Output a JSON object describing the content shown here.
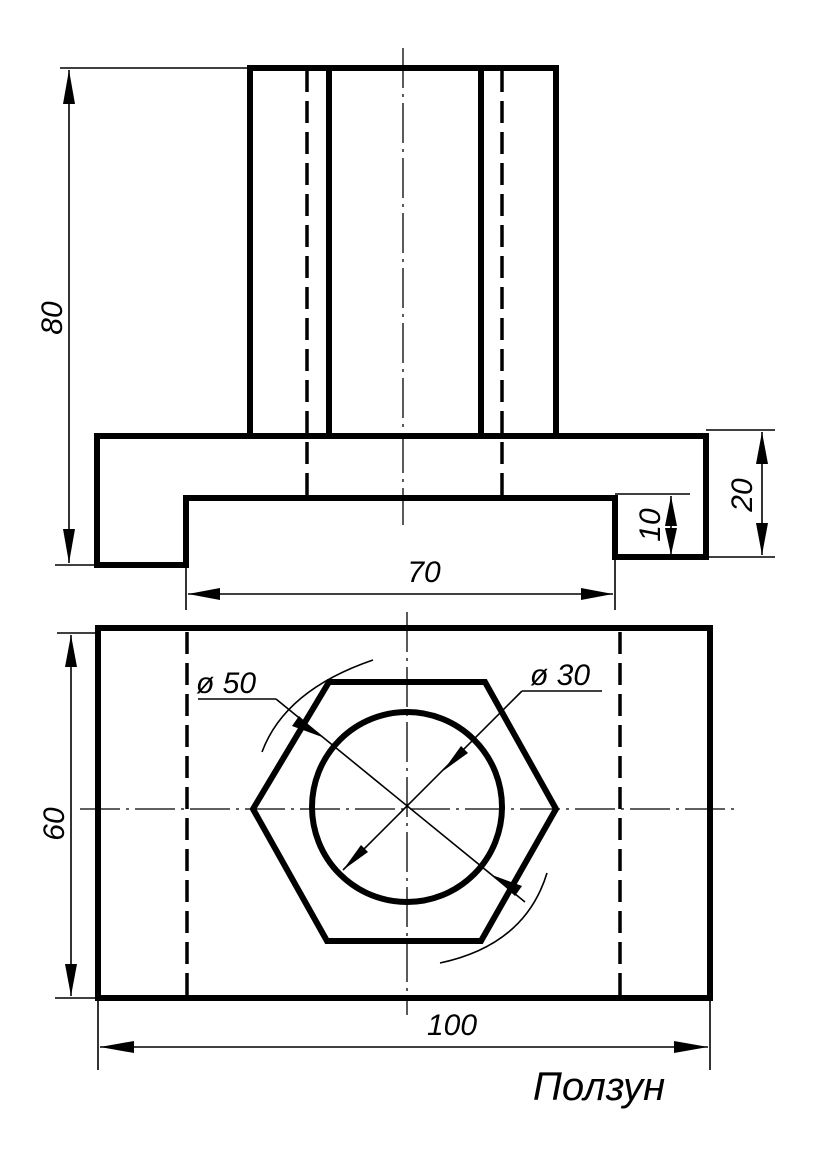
{
  "title": "Ползун",
  "dimensions": {
    "height_total": "80",
    "base_height": "20",
    "slot_depth": "10",
    "slot_width": "70",
    "overall_width": "100",
    "depth": "60",
    "hex_across_corners": "ø 50",
    "bore_diameter": "ø 30"
  }
}
